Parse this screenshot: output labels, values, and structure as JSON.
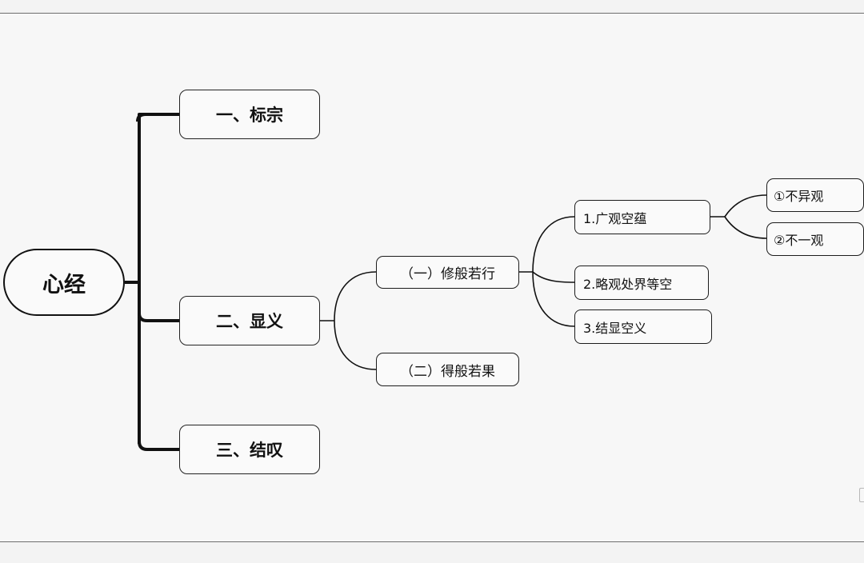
{
  "mindmap": {
    "root": {
      "label": "心经"
    },
    "sections": [
      {
        "label": "一、标宗"
      },
      {
        "label": "二、显义"
      },
      {
        "label": "三、结叹"
      }
    ],
    "xianyi_children": [
      {
        "label": "（一）修般若行"
      },
      {
        "label": "（二）得般若果"
      }
    ],
    "xiubanruo_children": [
      {
        "label": "1.广观空蕴"
      },
      {
        "label": "2.略观处界等空"
      },
      {
        "label": "3.结显空义"
      }
    ],
    "guangguan_children": [
      {
        "label": "①不异观"
      },
      {
        "label": "②不一观"
      }
    ]
  },
  "colors": {
    "line": "#111111",
    "node_border": "#1c1c1c",
    "background": "#f7f7f7"
  }
}
